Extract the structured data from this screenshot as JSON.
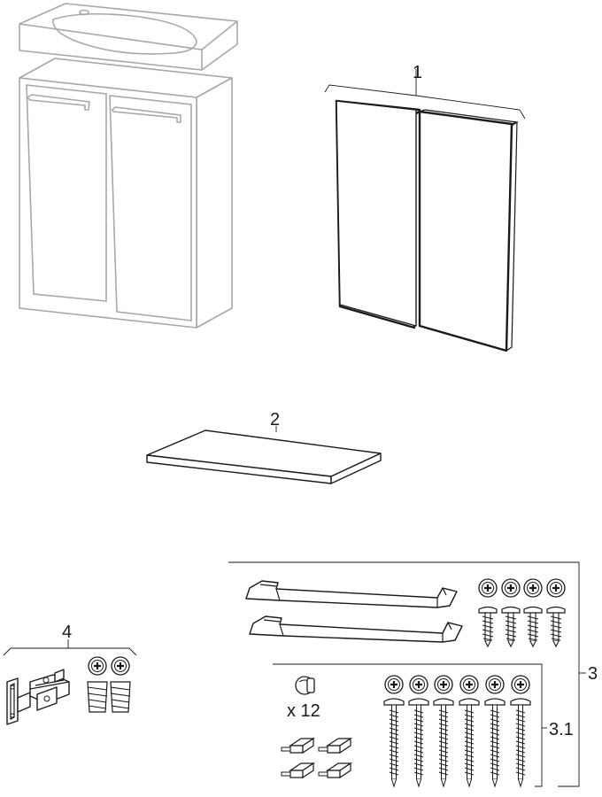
{
  "callouts": {
    "doors": "1",
    "shelf": "2",
    "fittings_set": "3",
    "fittings_subset": "3.1",
    "hinge_set": "4"
  },
  "quantities": {
    "shelf_supports": "x 12"
  },
  "icons": {
    "screw_head": "phillips-screw-head-icon",
    "shelf_support": "shelf-support-peg-icon",
    "hinge": "cabinet-hinge-icon"
  },
  "colors": {
    "ink": "#1a1a1a",
    "context_outline": "#a8a8a8",
    "background": "#ffffff"
  }
}
